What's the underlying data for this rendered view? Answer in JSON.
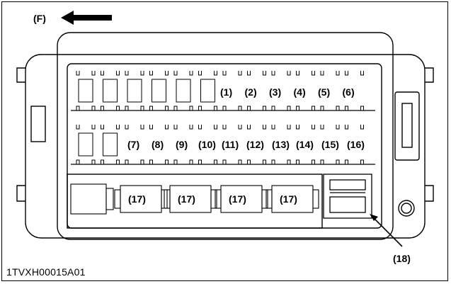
{
  "header": {
    "front_label": "(F)"
  },
  "fuses_row1": [
    "(1)",
    "(2)",
    "(3)",
    "(4)",
    "(5)",
    "(6)"
  ],
  "fuses_row2": [
    "(7)",
    "(8)",
    "(9)",
    "(10)",
    "(11)",
    "(12)",
    "(13)",
    "(14)",
    "(15)",
    "(16)"
  ],
  "relays": [
    "(17)",
    "(17)",
    "(17)",
    "(17)"
  ],
  "callout": {
    "label": "(18)"
  },
  "footer": {
    "doc_id": "1TVXH00015A01"
  },
  "icons": {
    "front_direction": "arrow-left-icon"
  }
}
